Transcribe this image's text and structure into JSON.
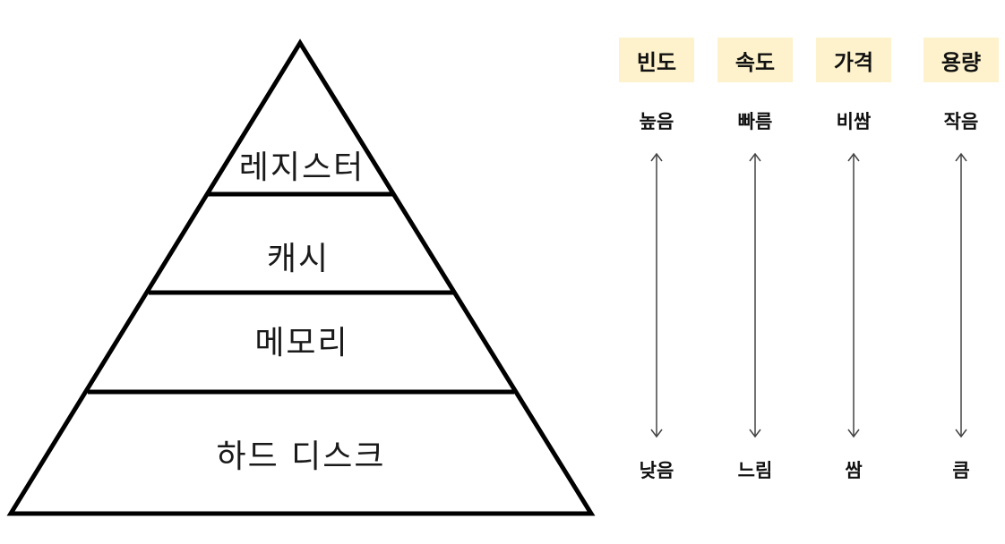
{
  "pyramid": {
    "levels": [
      {
        "label": "레지스터"
      },
      {
        "label": "캐시"
      },
      {
        "label": "메모리"
      },
      {
        "label": "하드 디스크"
      }
    ],
    "fill": "#ffffff",
    "stroke": "#000000"
  },
  "properties": [
    {
      "header": "빈도",
      "top": "높음",
      "bottom": "낮음"
    },
    {
      "header": "속도",
      "top": "빠름",
      "bottom": "느림"
    },
    {
      "header": "가격",
      "top": "비쌈",
      "bottom": "쌈"
    },
    {
      "header": "용량",
      "top": "작음",
      "bottom": "큼"
    }
  ],
  "colors": {
    "header_bg": "#fdf2cc",
    "arrow": "#444444"
  }
}
